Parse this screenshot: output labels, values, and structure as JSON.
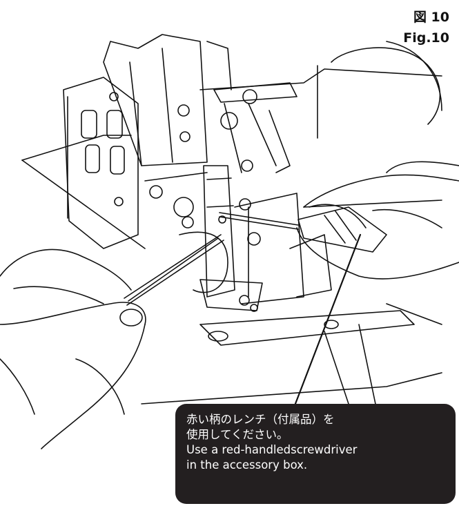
{
  "figure": {
    "label_jp": "図 10",
    "label_en": "Fig.10"
  },
  "callout": {
    "line1": "赤い柄のレンチ（付属品）を",
    "line2": "使用してください。",
    "line3": "Use a red-handledscrewdriver",
    "line4": "in the accessory box."
  },
  "colors": {
    "line": "#111111",
    "callout_bg": "#231f20",
    "callout_text": "#ffffff"
  }
}
